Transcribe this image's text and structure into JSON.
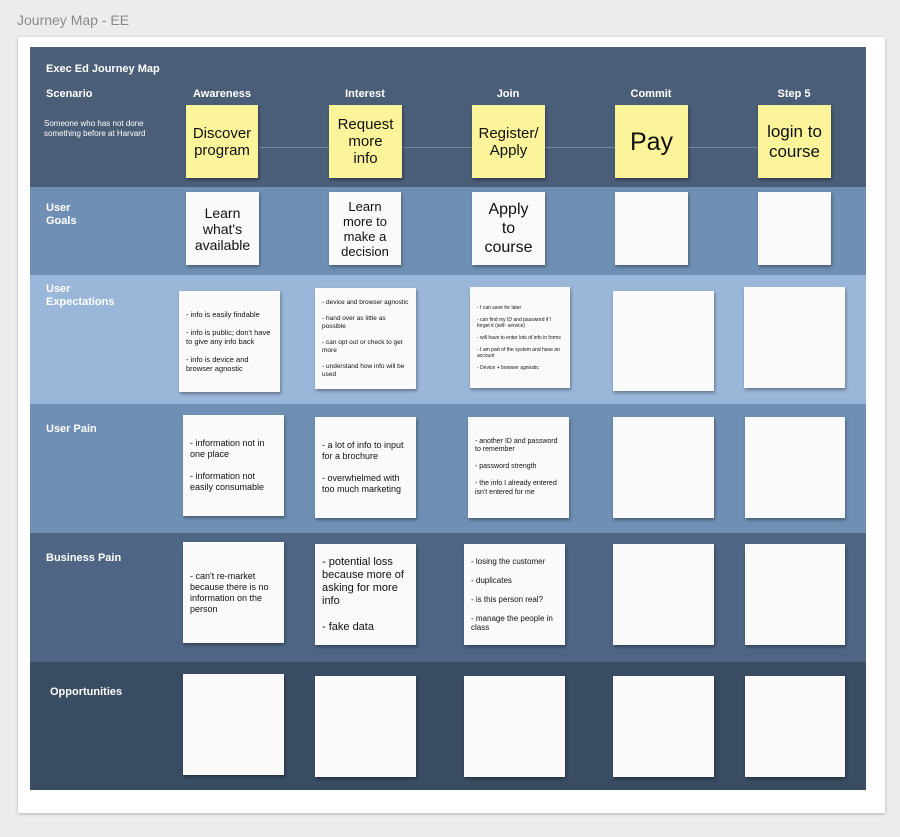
{
  "page_title": "Journey Map - EE",
  "board": {
    "title": "Exec Ed Journey Map",
    "scenario_label": "Scenario",
    "scenario_desc": "Someone who has not done\nsomething before at Harvard",
    "stages": [
      "Awareness",
      "Interest",
      "Join",
      "Commit",
      "Step 5"
    ],
    "scenario_notes": [
      "Discover\nprogram",
      "Request\nmore\ninfo",
      "Register/\nApply",
      "Pay",
      "login to\ncourse"
    ],
    "rows": {
      "user_goals": {
        "label": "User\nGoals",
        "notes": [
          "Learn\nwhat's\navailable",
          "Learn\nmore to\nmake a\ndecision",
          "Apply\nto\ncourse",
          "",
          ""
        ]
      },
      "user_expectations": {
        "label": "User\nExpectations",
        "notes": [
          "- info is easily findable\n\n- info is public; don't have to  give any info back\n\n- info is device and browser agnostic",
          "- device and browser agnostic\n\n- hand over as little as possible\n\n- can opt out or check to get more\n\n- understand how info will be used",
          "- I can save for later\n\n- can find my ID and password if I forget it (self- service)\n\n- will have to enter lots of info in forms\n\n- I am part of the system and have an account\n\n- Device + browser agnostic",
          "",
          ""
        ]
      },
      "user_pain": {
        "label": "User Pain",
        "notes": [
          "- information not in one place\n\n- information not easily consumable",
          "- a lot of info to input for a brochure\n\n- overwhelmed with too much marketing",
          "- another ID and password to remember\n\n- password strength\n\n- the info I already entered isn't entered for me",
          "",
          ""
        ]
      },
      "business_pain": {
        "label": "Business Pain",
        "notes": [
          "- can't re-market because there is no information on the person",
          "- potential loss because more of asking for more info\n\n- fake data",
          "- losing the customer\n\n- duplicates\n\n- is this person real?\n\n- manage the people in class",
          "",
          ""
        ]
      },
      "opportunities": {
        "label": "Opportunities",
        "notes": [
          "",
          "",
          "",
          "",
          ""
        ]
      }
    }
  },
  "colors": {
    "scenario_band": "#4a5e78",
    "goals_band": "#6f8fb4",
    "expectations_band": "#9ab6d8",
    "pain_band": "#6f8fb4",
    "business_band": "#4e6684",
    "opportunities_band": "#3a4c63",
    "sticky_yellow": "#fbf49a",
    "sticky_white": "#fafafa"
  }
}
